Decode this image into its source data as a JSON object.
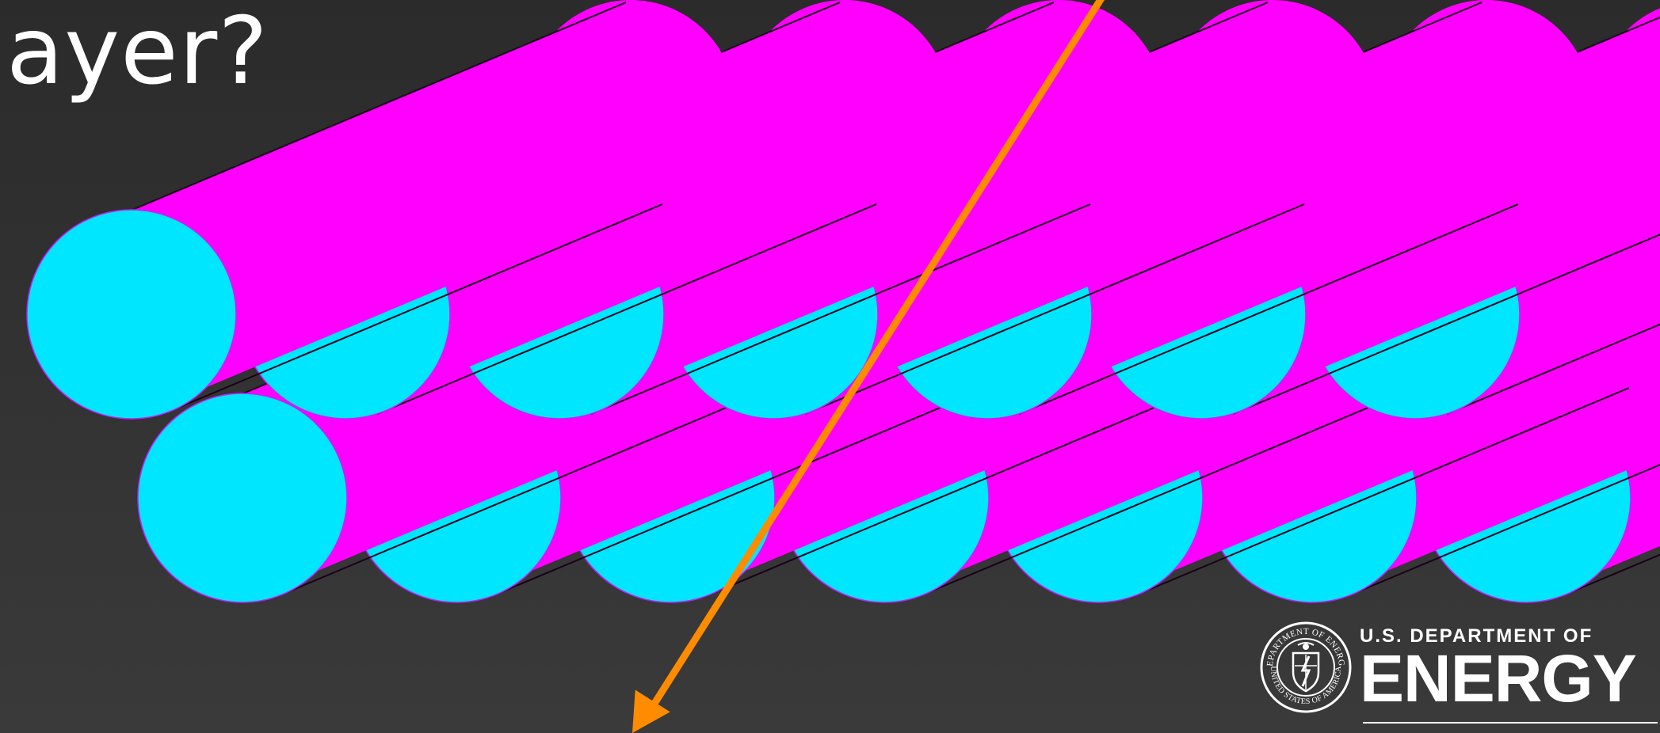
{
  "slide": {
    "title": "ayer?"
  },
  "colors": {
    "background": "#2e2e2e",
    "tube_body": "#ff00ff",
    "tube_end": "#00e6ff",
    "arrow": "#ff8c00"
  },
  "diagram": {
    "top_row_tube_count": 7,
    "bottom_row_tube_count": 7
  },
  "logo": {
    "line1": "U.S. DEPARTMENT OF",
    "line2": "ENERGY",
    "seal_text_top": "DEPARTMENT OF ENERGY",
    "seal_text_bottom": "UNITED STATES OF AMERICA"
  }
}
